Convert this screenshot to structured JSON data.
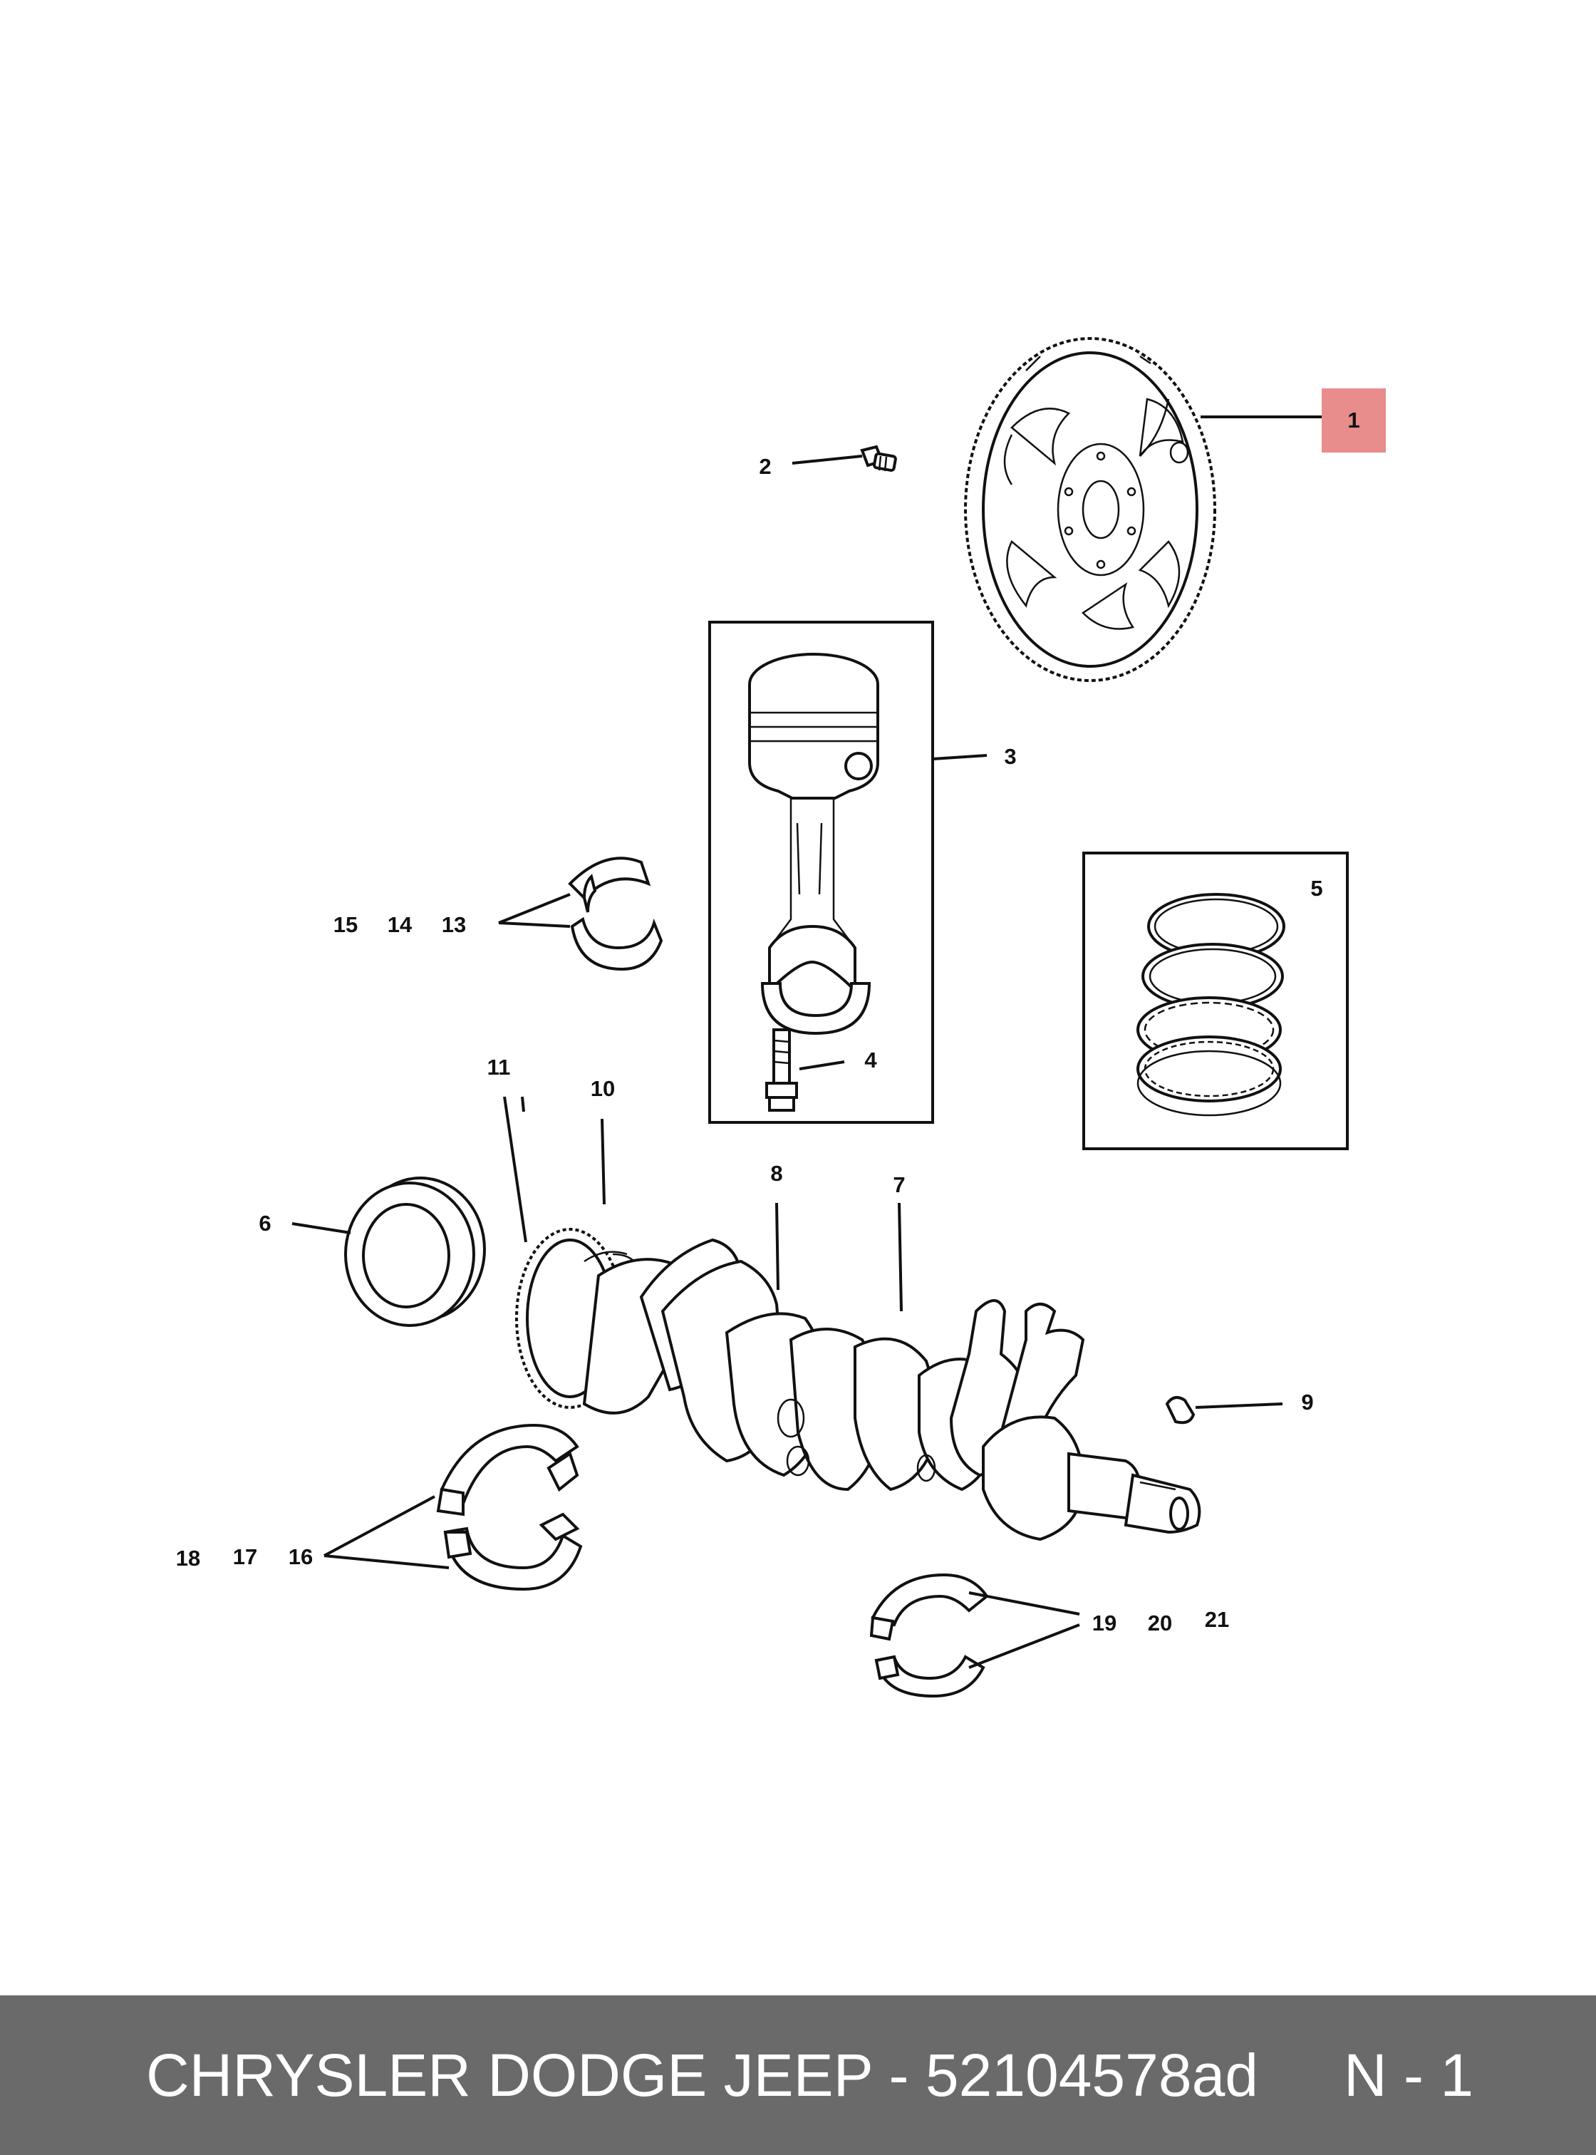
{
  "callouts": {
    "c1": "1",
    "c2": "2",
    "c3": "3",
    "c4": "4",
    "c5": "5",
    "c6": "6",
    "c7": "7",
    "c8": "8",
    "c9": "9",
    "c10": "10",
    "c11": "11",
    "c13": "13",
    "c14": "14",
    "c15": "15",
    "c16": "16",
    "c17": "17",
    "c18": "18",
    "c19": "19",
    "c20": "20",
    "c21": "21"
  },
  "highlight_color": "#e88c8c",
  "footer": {
    "title": "CHRYSLER DODGE JEEP - 52104578ad",
    "page": "N - 1"
  }
}
